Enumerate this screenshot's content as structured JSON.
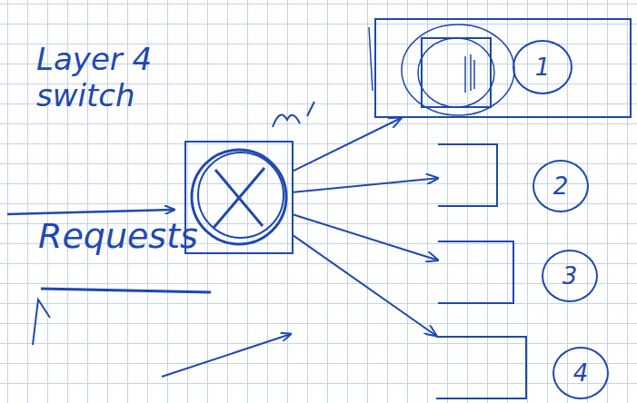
{
  "diagram": {
    "nodes": [
      {
        "text": [
          "Layer 4 switch"
        ]
      },
      {
        "text": [
          "1"
        ]
      },
      {
        "text": [
          "2"
        ]
      },
      {
        "text": [
          "3"
        ]
      },
      {
        "text": [
          "4"
        ]
      }
    ],
    "edges": [
      {
        "from": 0,
        "to": 1,
        "arrow": "to"
      },
      {
        "from": 0,
        "to": 2,
        "arrow": "to"
      },
      {
        "from": 0,
        "to": 3,
        "arrow": "to"
      },
      {
        "from": 0,
        "to": 4,
        "arrow": "to"
      }
    ],
    "labels": [
      "Requests"
    ]
  }
}
